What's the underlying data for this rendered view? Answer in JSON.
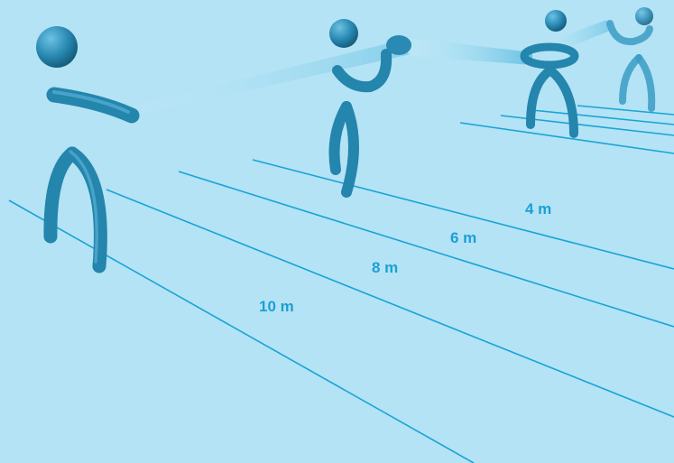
{
  "distance_labels": {
    "d4": "4 m",
    "d6": "6 m",
    "d8": "8 m",
    "d10": "10 m"
  },
  "colors": {
    "background": "#b3e3f5",
    "track_line": "#1aa3d6",
    "label": "#1c9fd6",
    "figure_dark": "#1e7fa6",
    "figure_mid": "#3b9cc4",
    "sight_beam": "#5bbbe0"
  }
}
